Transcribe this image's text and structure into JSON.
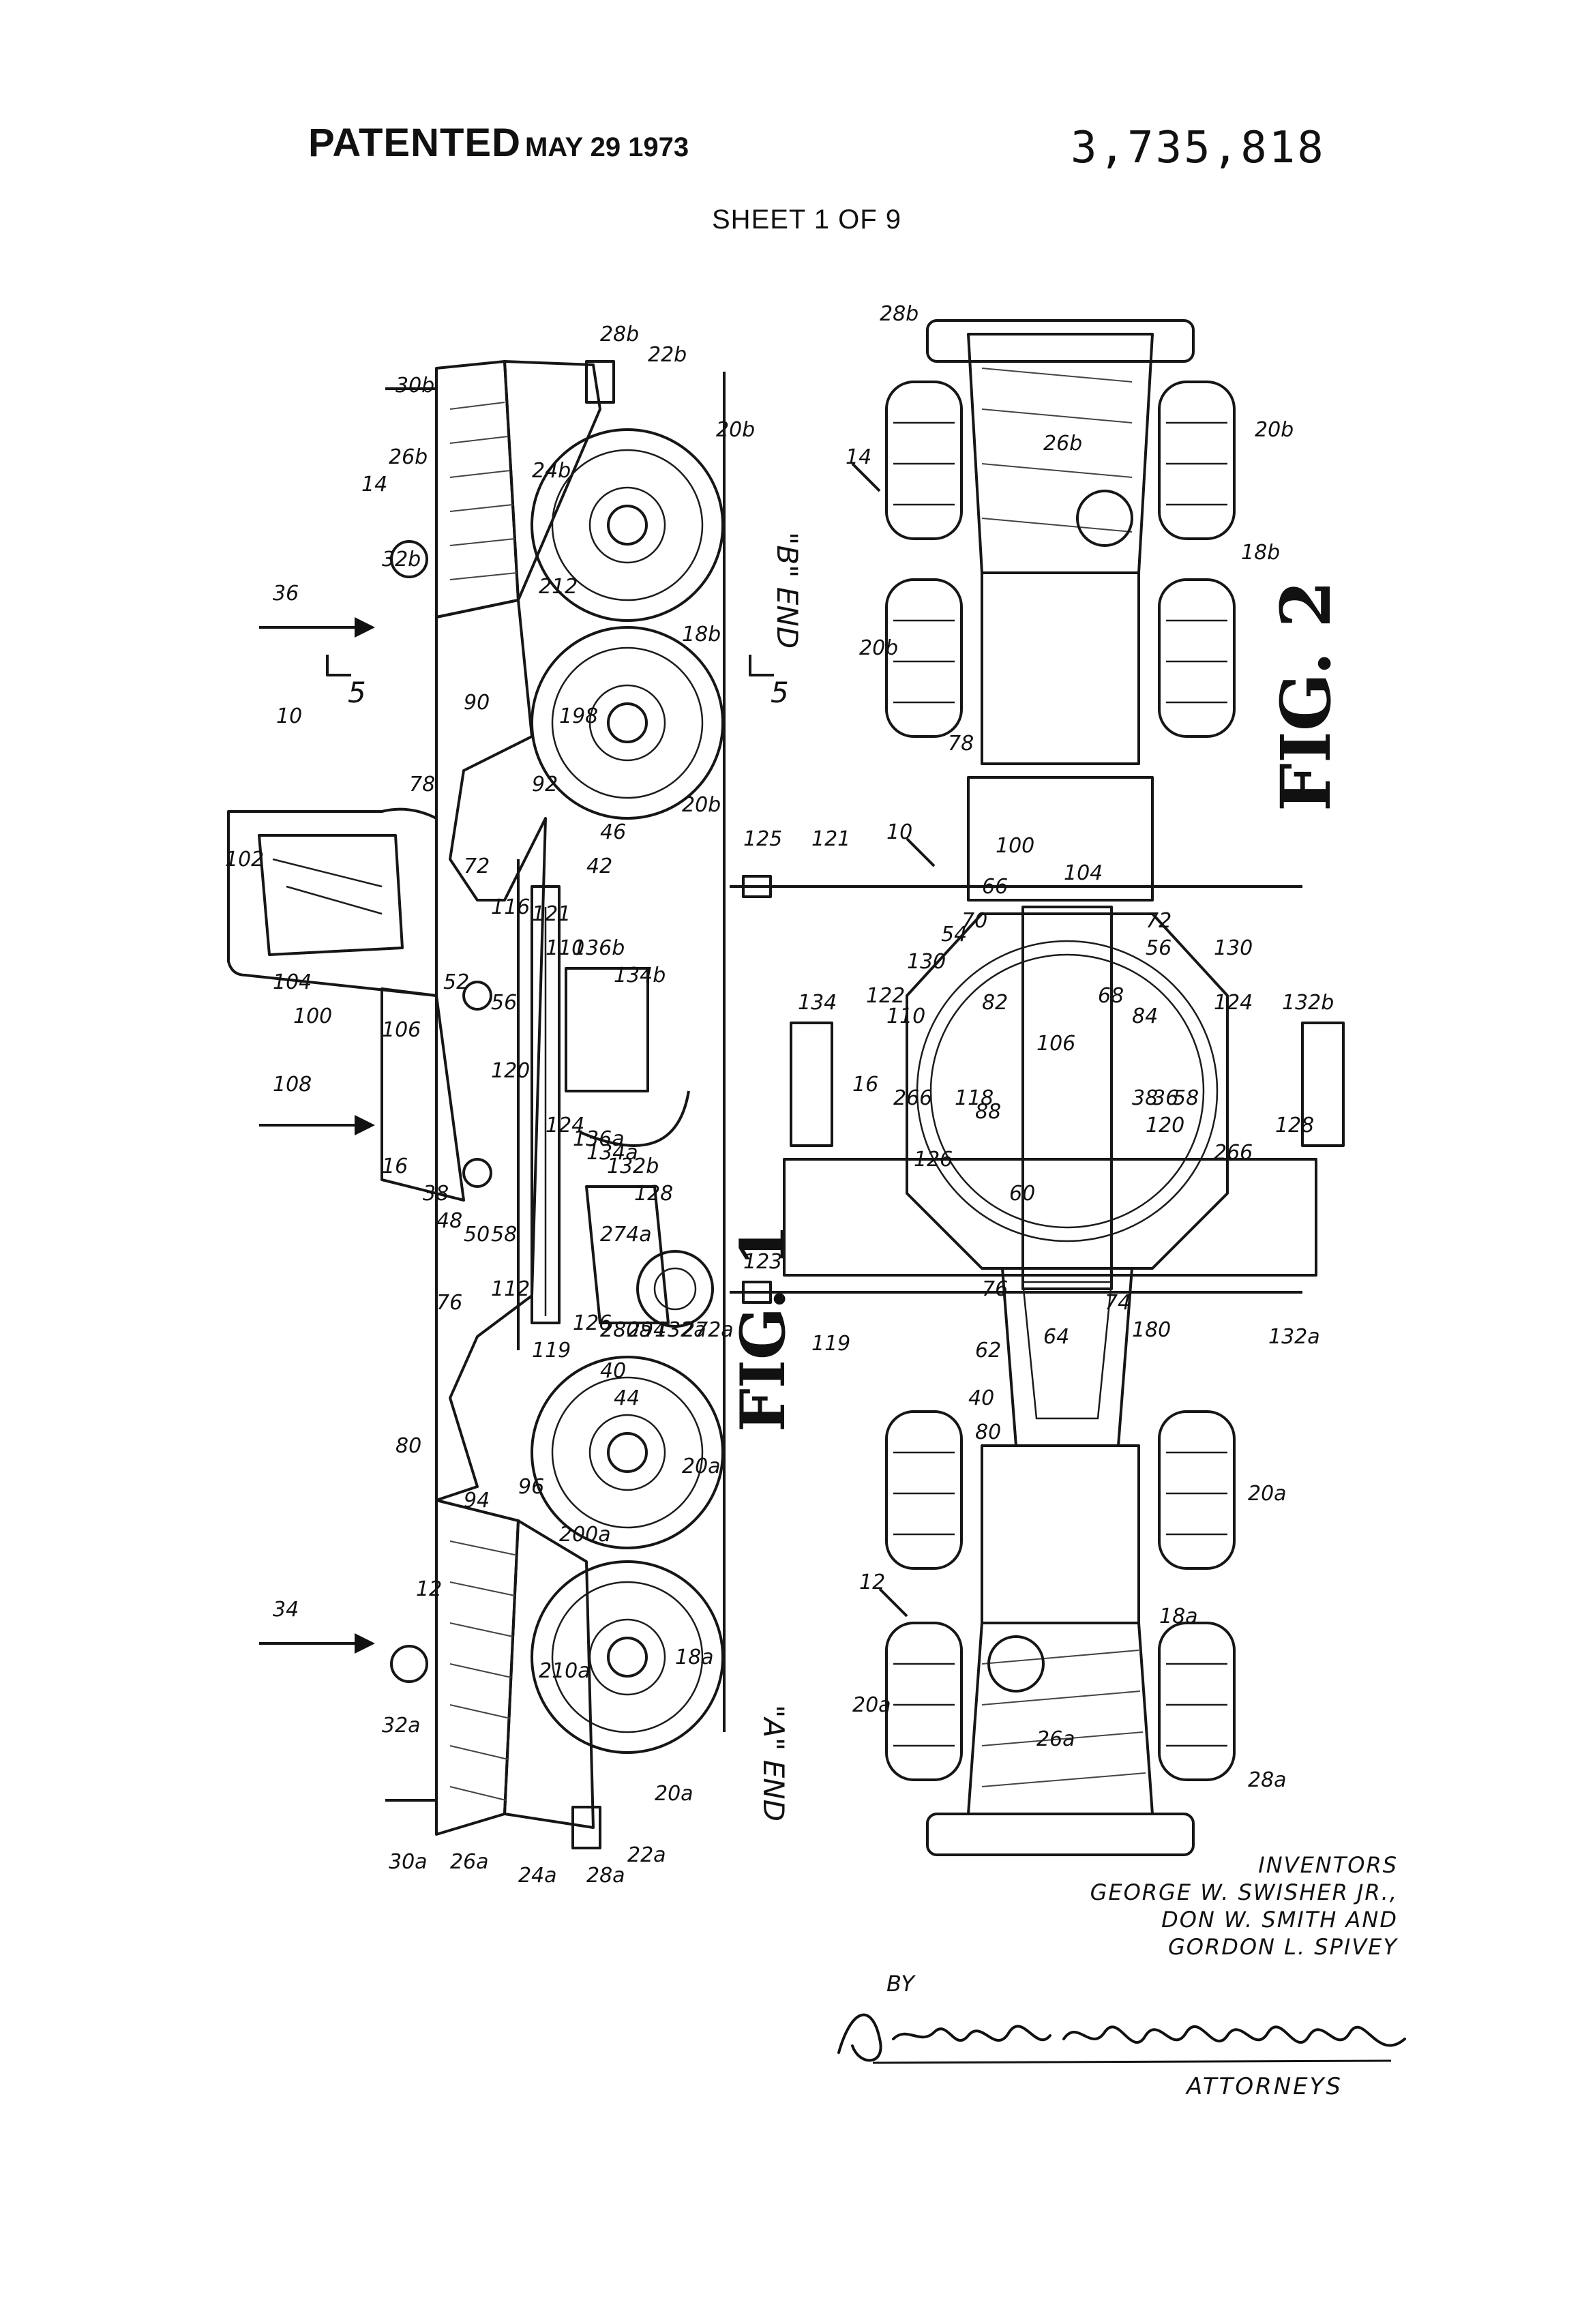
{
  "header": {
    "patented": "PATENTED",
    "date": "MAY 29 1973",
    "patent_number": "3,735,818",
    "sheet": "SHEET 1 OF 9"
  },
  "figures": {
    "fig1_label": "FIG. 1",
    "fig2_label": "FIG. 2"
  },
  "ends": {
    "a_end": "\"A\" END",
    "b_end": "\"B\" END"
  },
  "section_marks": {
    "left": "5",
    "right": "5"
  },
  "fig1_refs": {
    "r30b": "30b",
    "r26b": "26b",
    "r14": "14",
    "r32b": "32b",
    "r28b": "28b",
    "r22b": "22b",
    "r20b": "20b",
    "r24b": "24b",
    "r212": "212",
    "r18b": "18b",
    "r198": "198",
    "r20b2": "20b",
    "r36": "36",
    "r10": "10",
    "r90": "90",
    "r92": "92",
    "r78": "78",
    "r46": "46",
    "r42": "42",
    "r102": "102",
    "r72": "72",
    "r116": "116",
    "r121": "121",
    "r110": "110",
    "r136b": "136b",
    "r134b": "134b",
    "r104": "104",
    "r100": "100",
    "r106": "106",
    "r52": "52",
    "r56": "56",
    "r120": "120",
    "r108": "108",
    "r16": "16",
    "r124": "124",
    "r136a": "136a",
    "r134a": "134a",
    "r132b": "132b",
    "r128": "128",
    "r274a": "274a",
    "r38": "38",
    "r48": "48",
    "r50": "50",
    "r58": "58",
    "r126": "126",
    "r280a": "280a",
    "r294": "294",
    "r132a": "132a",
    "r272a": "272a",
    "r76": "76",
    "r112": "112",
    "r119": "119",
    "r40": "40",
    "r44": "44",
    "r80": "80",
    "r94": "94",
    "r96": "96",
    "r20a": "20a",
    "r200a": "200a",
    "r12": "12",
    "r34": "34",
    "r210a": "210a",
    "r18a": "18a",
    "r32a": "32a",
    "r20a2": "20a",
    "r30a": "30a",
    "r26a": "26a",
    "r24a": "24a",
    "r28a": "28a",
    "r22a": "22a"
  },
  "fig2_refs": {
    "r28b": "28b",
    "r26b": "26b",
    "r20b": "20b",
    "r14": "14",
    "r18b": "18b",
    "r20b2": "20b",
    "r78": "78",
    "r125": "125",
    "r121": "121",
    "r10": "10",
    "r100": "100",
    "r104": "104",
    "r66": "66",
    "r54": "54",
    "r70": "70",
    "r72": "72",
    "r56": "56",
    "r130": "130",
    "r130b": "130",
    "r134": "134",
    "r122": "122",
    "r110": "110",
    "r82": "82",
    "r106": "106",
    "r68": "68",
    "r84": "84",
    "r124": "124",
    "r132b": "132b",
    "r16": "16",
    "r266": "266",
    "r118": "118",
    "r88": "88",
    "r38": "38",
    "r36": "36",
    "r58": "58",
    "r120": "120",
    "r128": "128",
    "r126": "126",
    "r266b": "266",
    "r60": "60",
    "r123": "123",
    "r119": "119",
    "r76": "76",
    "r64": "64",
    "r62": "62",
    "r74": "74",
    "r180": "180",
    "r132a": "132a",
    "r40": "40",
    "r80": "80",
    "r20a": "20a",
    "r12": "12",
    "r18a": "18a",
    "r20a2": "20a",
    "r26a": "26a",
    "r28a": "28a"
  },
  "inventors": {
    "heading": "INVENTORS",
    "line1": "GEORGE W. SWISHER JR.,",
    "line2": "DON W. SMITH AND",
    "line3": "GORDON L. SPIVEY"
  },
  "attorney_block": {
    "by": "BY",
    "signature": "Dunlap, Laney, Hessin & Dougherty",
    "attorneys": "ATTORNEYS"
  }
}
